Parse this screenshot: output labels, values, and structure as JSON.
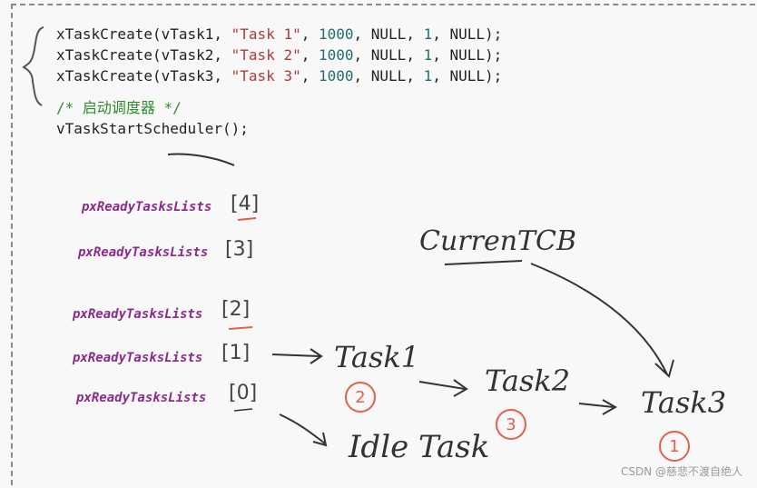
{
  "code": {
    "lines": [
      {
        "fn": "xTaskCreate(vTask1, ",
        "str": "\"Task 1\"",
        "sep": ", ",
        "num": "1000",
        "rest": ", NULL, ",
        "prio": "1",
        "end": ", NULL);"
      },
      {
        "fn": "xTaskCreate(vTask2, ",
        "str": "\"Task 2\"",
        "sep": ", ",
        "num": "1000",
        "rest": ", NULL, ",
        "prio": "1",
        "end": ", NULL);"
      },
      {
        "fn": "xTaskCreate(vTask3, ",
        "str": "\"Task 3\"",
        "sep": ", ",
        "num": "1000",
        "rest": ", NULL, ",
        "prio": "1",
        "end": ", NULL);"
      }
    ],
    "comment": "/* 启动调度器 */",
    "scheduler": "vTaskStartScheduler();"
  },
  "ready_lists": [
    {
      "name": "pxReadyTasksLists",
      "index": "[4]"
    },
    {
      "name": "pxReadyTasksLists",
      "index": "[3]"
    },
    {
      "name": "pxReadyTasksLists",
      "index": "[2]"
    },
    {
      "name": "pxReadyTasksLists",
      "index": "[1]"
    },
    {
      "name": "pxReadyTasksLists",
      "index": "[0]"
    }
  ],
  "annotations": {
    "current_tcb": "CurrenTCB",
    "task1": "Task1",
    "task2": "Task2",
    "task3": "Task3",
    "idle": "Idle Task",
    "order1": "2",
    "order2": "3",
    "order3": "1"
  },
  "watermark": "CSDN @慈悲不渡自绝人",
  "colors": {
    "code_string": "#b23a3a",
    "code_number": "#1f6f6f",
    "comment": "#2e8b2e",
    "list_name": "#8b2a8b",
    "circle": "#e0604c",
    "ink": "#333333"
  }
}
